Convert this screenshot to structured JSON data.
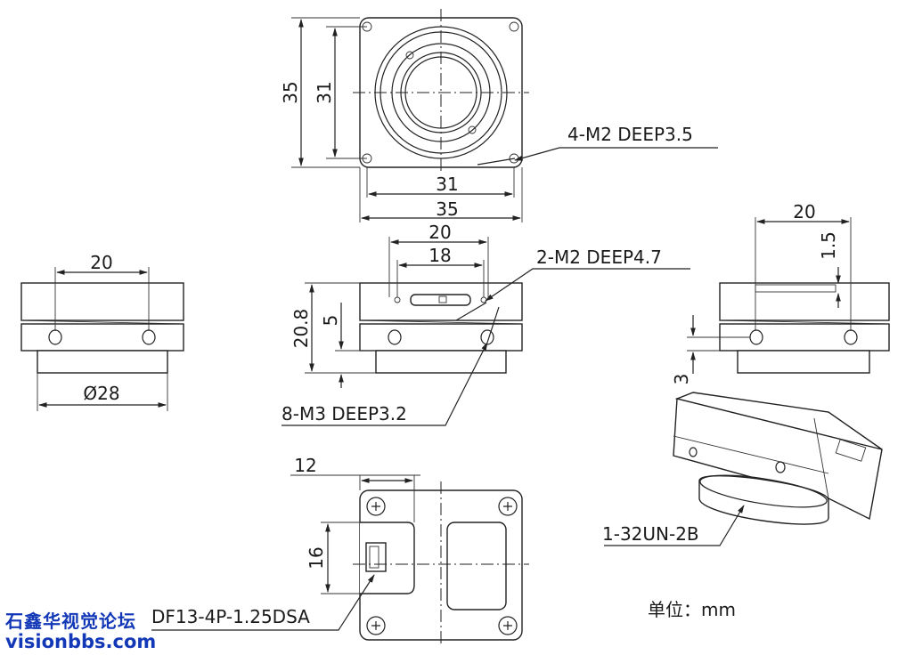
{
  "views": {
    "front": {
      "outer_width": "35",
      "inner_width": "31",
      "outer_height": "35",
      "inner_height": "31",
      "hole_note": "4-M2 DEEP3.5"
    },
    "side_left": {
      "hole_pitch": "20",
      "diameter": "Ø28"
    },
    "side_center": {
      "outer_pitch": "20",
      "inner_pitch": "18",
      "top_note": "2-M2 DEEP4.7",
      "height": "20.8",
      "offset": "5",
      "bottom_note": "8-M3 DEEP3.2"
    },
    "side_right": {
      "pitch": "20",
      "depth": "1.5",
      "offset": "3"
    },
    "back": {
      "width": "12",
      "height": "16",
      "connector": "DF13-4P-1.25DSA"
    },
    "iso": {
      "thread": "1-32UN-2B"
    }
  },
  "unit_label": "单位：mm",
  "watermark": {
    "line1": "石鑫华视觉论坛",
    "line2": "visionbbs.com"
  }
}
